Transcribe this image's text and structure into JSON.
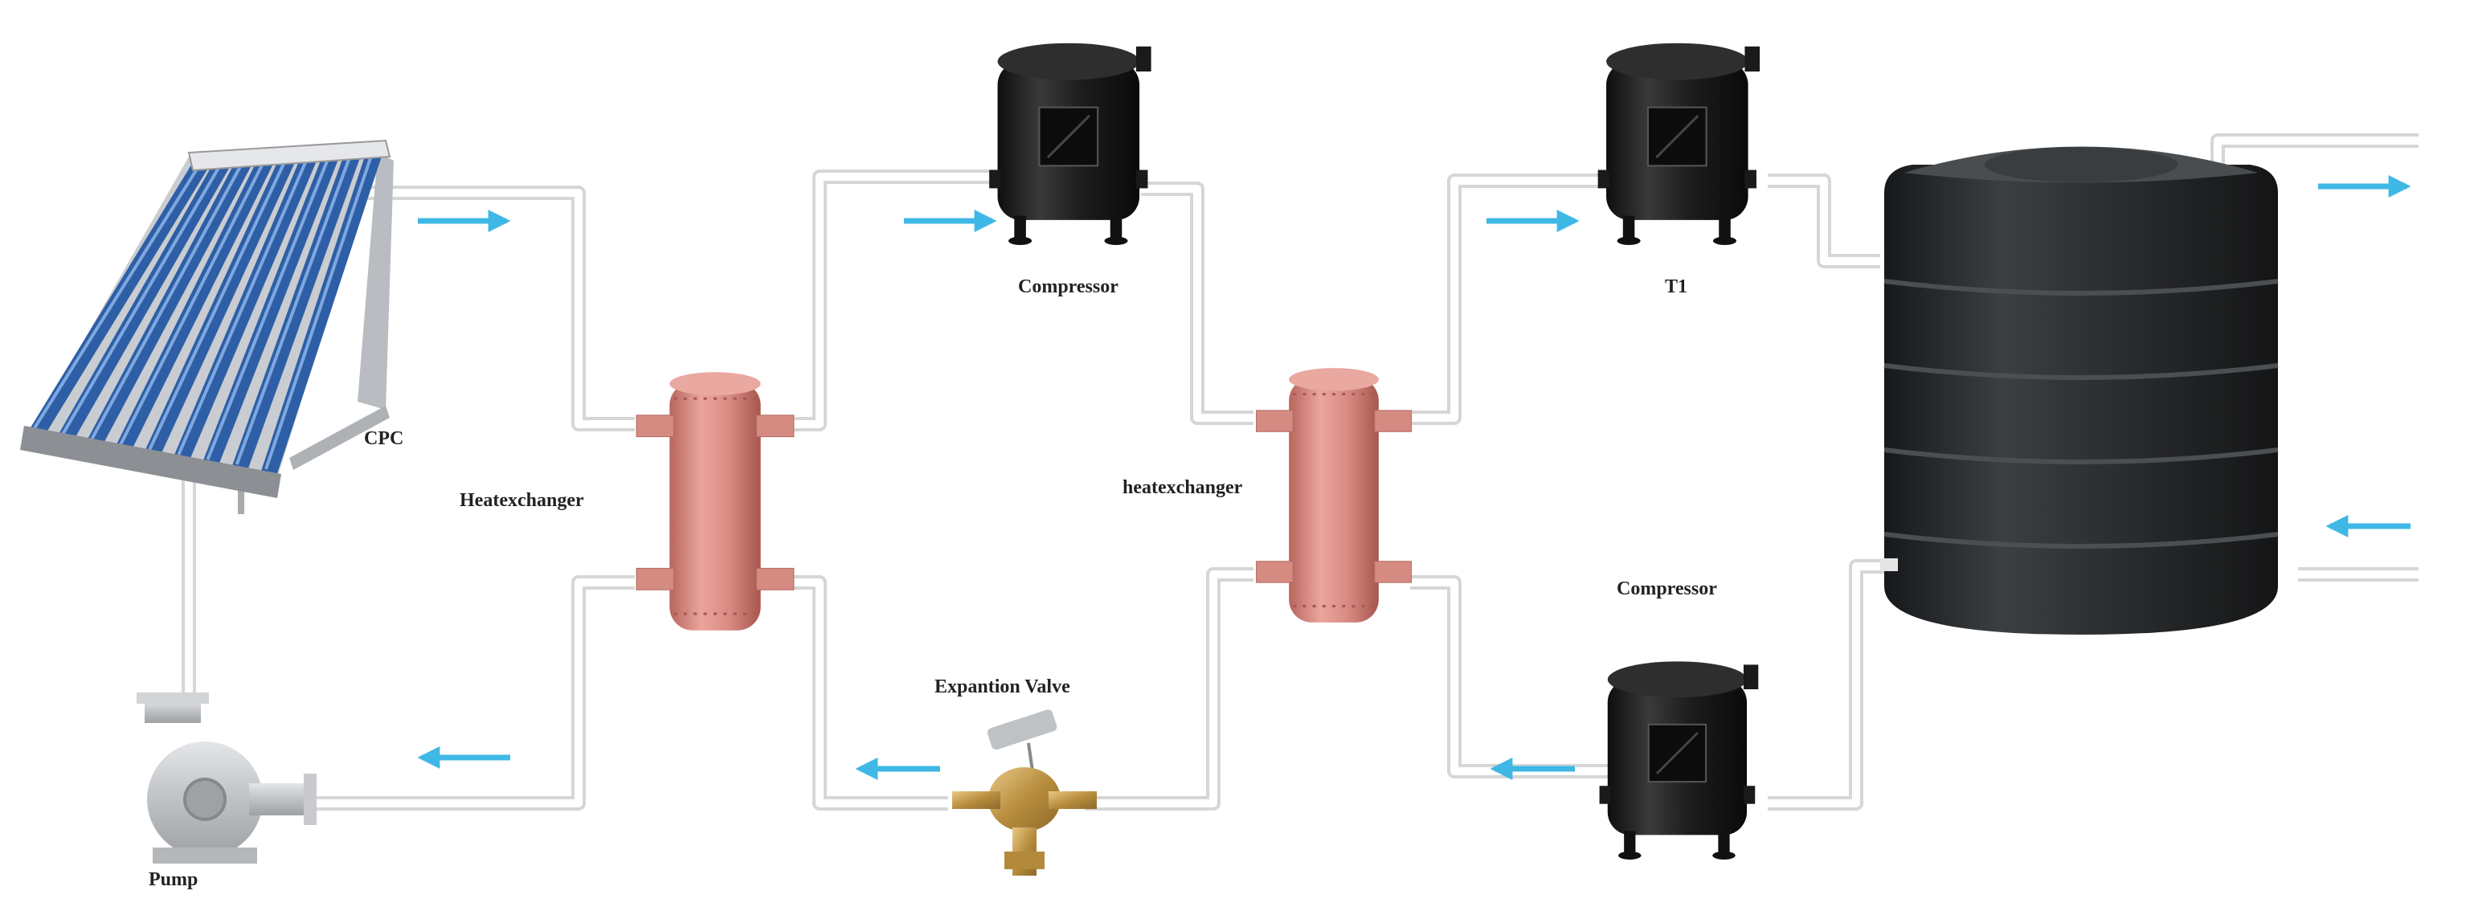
{
  "labels": {
    "cpc": "CPC",
    "heatexchanger_1": "Heatexchanger",
    "compressor_top": "Compressor",
    "heatexchanger_2": "heatexchanger",
    "t1": "T1",
    "expansion_valve": "Expantion Valve",
    "compressor_bottom": "Compressor",
    "pump": "Pump"
  },
  "colors": {
    "pipe_outer": "#d6d6d6",
    "pipe_inner": "#ffffff",
    "flow_arrow": "#3fb8e6",
    "heat_exchanger": "#d98b83",
    "compressor": "#1e1e1e",
    "tank": "#2a2c2e",
    "solar_tube": "#2e5fa6",
    "pump_body": "#c7c9cc",
    "valve_brass": "#c8a25a"
  }
}
